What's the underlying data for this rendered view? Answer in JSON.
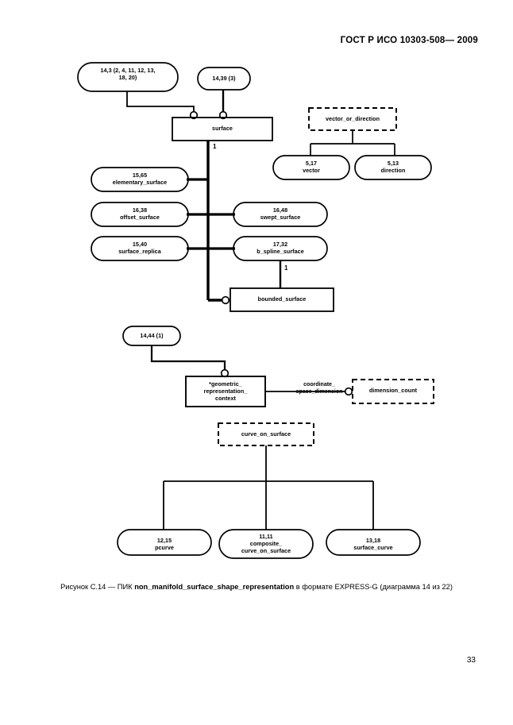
{
  "header": {
    "standard_title": "ГОСТ Р ИСО 10303-508— 2009"
  },
  "diagram": {
    "nodes": {
      "ref_14_3": {
        "label": "14,3 (2, 4, 11, 12, 13,\n18, 20)",
        "shape": "rounded",
        "style": "solid"
      },
      "ref_14_39": {
        "label": "14,39 (3)",
        "shape": "rounded",
        "style": "solid"
      },
      "surface": {
        "label": "surface",
        "shape": "rect",
        "style": "solid"
      },
      "vector_or_direction": {
        "label": "vector_or_direction",
        "shape": "rect",
        "style": "dashed"
      },
      "vector": {
        "label": "5,17\nvector",
        "shape": "rounded",
        "style": "solid"
      },
      "direction": {
        "label": "5,13\ndirection",
        "shape": "rounded",
        "style": "solid"
      },
      "elementary_surface": {
        "label": "15,65\nelementary_surface",
        "shape": "rounded",
        "style": "solid"
      },
      "offset_surface": {
        "label": "16,38\noffset_surface",
        "shape": "rounded",
        "style": "solid"
      },
      "surface_replica": {
        "label": "15,40\nsurface_replica",
        "shape": "rounded",
        "style": "solid"
      },
      "swept_surface": {
        "label": "16,48\nswept_surface",
        "shape": "rounded",
        "style": "solid"
      },
      "b_spline_surface": {
        "label": "17,32\nb_spline_surface",
        "shape": "rounded",
        "style": "solid"
      },
      "bounded_surface": {
        "label": "bounded_surface",
        "shape": "rect",
        "style": "solid"
      },
      "ref_14_44": {
        "label": "14,44 (1)",
        "shape": "rounded",
        "style": "solid"
      },
      "geometric_representation_context": {
        "label": "*geometric_\nrepresentation_\ncontext",
        "shape": "rect",
        "style": "solid"
      },
      "dimension_count": {
        "label": "dimension_count",
        "shape": "rect",
        "style": "dashed"
      },
      "curve_on_surface": {
        "label": "curve_on_surface",
        "shape": "rect",
        "style": "dashed"
      },
      "pcurve": {
        "label": "12,15\npcurve",
        "shape": "rounded",
        "style": "solid"
      },
      "composite_curve_on_surface": {
        "label": "11,11\ncomposite_\ncurve_on_surface",
        "shape": "rounded",
        "style": "solid"
      },
      "surface_curve": {
        "label": "13,18\nsurface_curve",
        "shape": "rounded",
        "style": "solid"
      }
    },
    "edge_labels": {
      "coordinate_space_dimension": "coordinate_\nspace_dimension"
    },
    "cardinalities": {
      "surface_trunk": "1",
      "b_spline_to_bounded": "1"
    }
  },
  "caption": {
    "prefix": "Рисунок С.14 — ПИК ",
    "entity": "non_manifold_surface_shape_representation",
    "suffix": " в формате EXPRESS-G (диаграмма 14 из 22)"
  },
  "footer": {
    "page_number": "33"
  }
}
